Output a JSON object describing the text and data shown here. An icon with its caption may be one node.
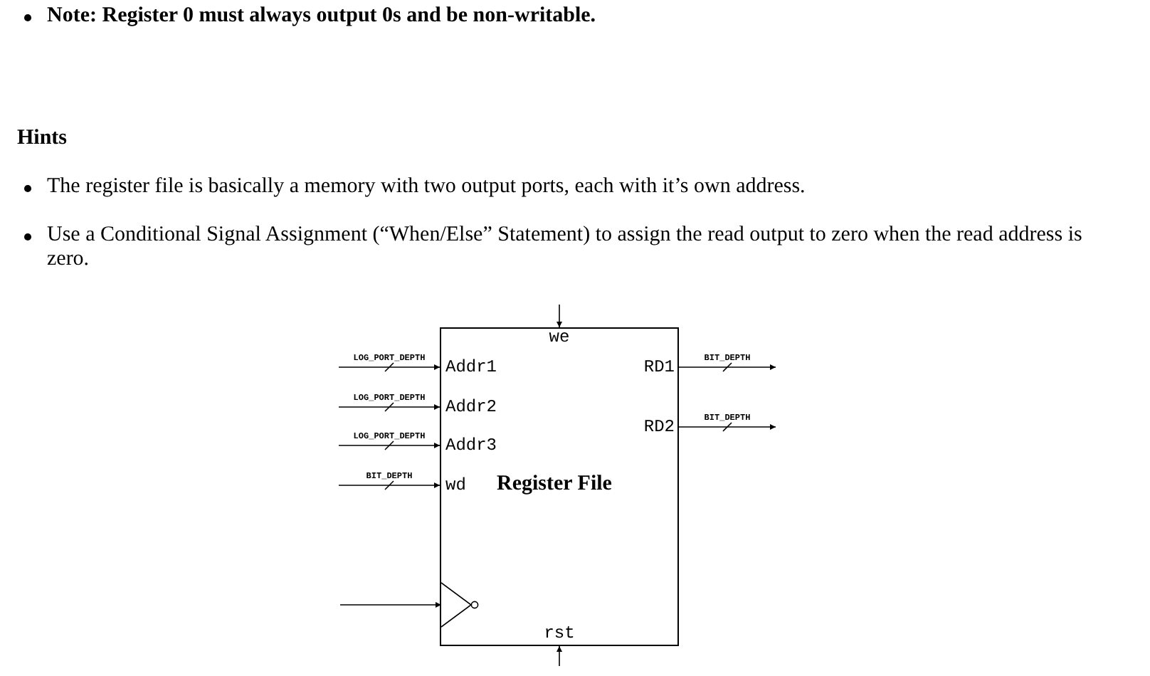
{
  "diagram": {
    "nodes": [
      {
        "text": [
          "Register File"
        ]
      },
      {
        "text": [
          "we"
        ],
        "in": 0
      },
      {
        "text": [
          "Addr1"
        ],
        "in": 0
      },
      {
        "text": [
          "Addr2"
        ],
        "in": 0
      },
      {
        "text": [
          "Addr3"
        ],
        "in": 0
      },
      {
        "text": [
          "wd"
        ],
        "in": 0
      },
      {
        "text": [
          "RD1"
        ],
        "in": 0
      },
      {
        "text": [
          "RD2"
        ],
        "in": 0
      },
      {
        "text": [],
        "shape": "triangle",
        "in": 0
      },
      {
        "text": [
          "rst"
        ],
        "in": 0
      }
    ],
    "edges": [
      {
        "from": null,
        "to": 1,
        "arrow": "to"
      },
      {
        "from": null,
        "to": 2,
        "arrow": "to",
        "label": "LOG_PORT_DEPTH"
      },
      {
        "from": null,
        "to": 3,
        "arrow": "to",
        "label": "LOG_PORT_DEPTH"
      },
      {
        "from": null,
        "to": 4,
        "arrow": "to",
        "label": "LOG_PORT_DEPTH"
      },
      {
        "from": null,
        "to": 5,
        "arrow": "to",
        "label": "BIT_DEPTH"
      },
      {
        "from": 6,
        "to": null,
        "arrow": "to",
        "label": "BIT_DEPTH"
      },
      {
        "from": 7,
        "to": null,
        "arrow": "to",
        "label": "BIT_DEPTH"
      },
      {
        "from": null,
        "to": 8,
        "arrow": "to"
      },
      {
        "from": null,
        "to": 9,
        "arrow": "to"
      }
    ],
    "labels": [
      "Note: Register 0 must always output 0s and be non-writable.",
      "Hints",
      "The register file is basically a memory with two output ports, each with it’s own address.",
      "Use a Conditional Signal Assignment (“When/Else” Statement) to assign the read output to zero when the read address is zero."
    ]
  }
}
